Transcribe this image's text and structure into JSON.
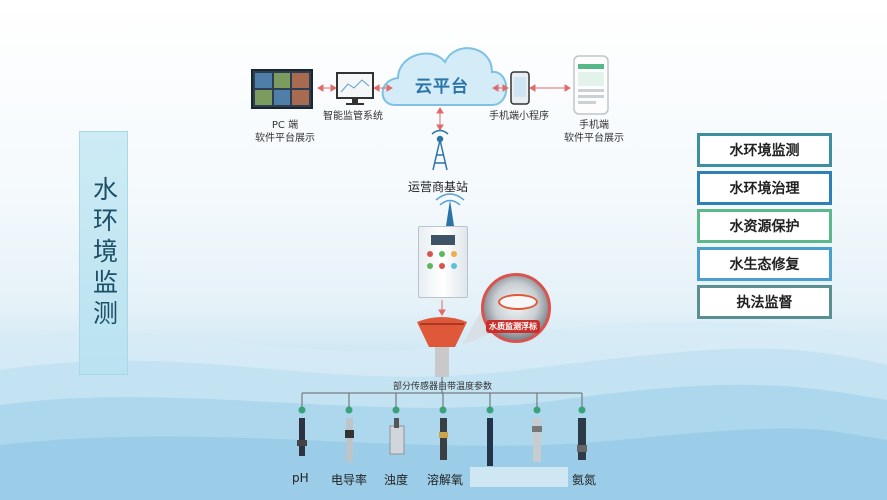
{
  "vertical_title": "水环境监测",
  "cloud": {
    "label": "云平台"
  },
  "top_row": {
    "pc_label": [
      "PC 端",
      "软件平台展示"
    ],
    "smart_system_label": "智能监管系统",
    "mini_program_label": "手机端小程序",
    "phone_label": [
      "手机端",
      "软件平台展示"
    ]
  },
  "base_station_label": "运营商基站",
  "buoy_badge": "水质监测浮标",
  "sensor_title": "部分传感器自带温度参数",
  "sensors": [
    "pH",
    "电导率",
    "浊度",
    "溶解氧",
    "",
    "",
    "氨氮"
  ],
  "menu": [
    "水环境监测",
    "水环境治理",
    "水资源保护",
    "水生态修复",
    "执法监督"
  ],
  "colors": {
    "accent": "#2a74a8",
    "arrow": "#e06b6b",
    "node": "#3aa17a"
  }
}
